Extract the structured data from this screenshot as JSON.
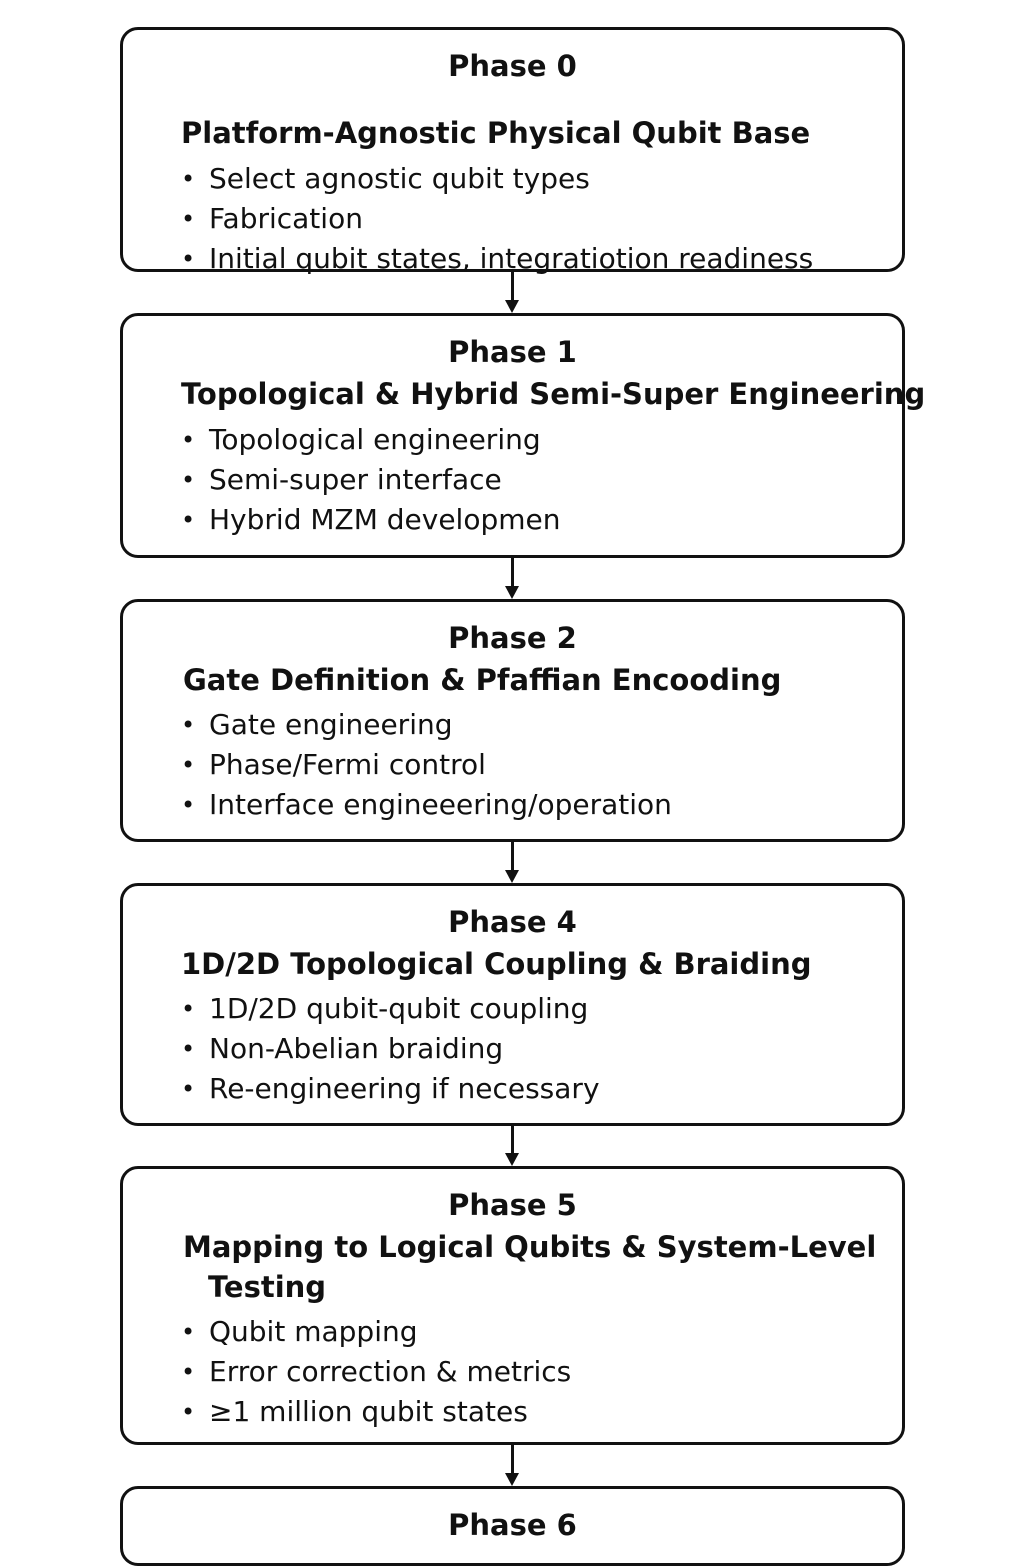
{
  "phases": [
    {
      "number_label": "Phase 0",
      "title": "Platform-Agnostic Physical Qubit Base",
      "bullets": [
        "Select agnostic qubit types",
        "Fabrication",
        "Initial qubit  states, integratiotion readiness"
      ]
    },
    {
      "number_label": "Phase 1",
      "title": "Topological & Hybrid Semi-Super Engineering",
      "bullets": [
        "Topological engineering",
        "Semi-super interface",
        "Hybrid MZM developmen"
      ]
    },
    {
      "number_label": "Phase 2",
      "title": "Gate Definition & Pfaffian Encooding",
      "bullets": [
        "Gate engineering",
        "Phase/Fermi control",
        "Interface engineeering/operation"
      ]
    },
    {
      "number_label": "Phase 4",
      "title": "1D/2D Topological Coupling & Braiding",
      "bullets": [
        "1D/2D qubit-qubit coupling",
        "Non-Abelian braiding",
        "Re-engineering if necessary"
      ]
    },
    {
      "number_label": "Phase 5",
      "title_line1": "Mapping to Logical Qubits & System-Level",
      "title_line2": "Testing",
      "bullets": [
        "Qubit mapping",
        "Error correction & metrics",
        "≥1 million qubit states"
      ]
    },
    {
      "number_label": "Phase 6"
    }
  ],
  "bullet_glyph": "•"
}
